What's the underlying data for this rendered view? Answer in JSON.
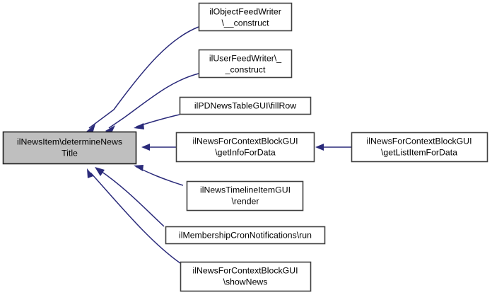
{
  "diagram": {
    "type": "call-graph",
    "title": "",
    "direction": "callers-to-callee",
    "background_color": "#ffffff",
    "edge_color": "#2a2a7a",
    "root_fill_color": "#bfbfbf",
    "node_fill_color": "#ffffff",
    "node_border_color": "#404040"
  },
  "nodes": {
    "root": {
      "id": "root",
      "line1": "ilNewsItem\\determineNews",
      "line2": "Title",
      "full_name": "ilNewsItem\\determineNewsTitle",
      "highlighted": true
    },
    "callers": [
      {
        "id": "object-feed-writer-construct",
        "line1": "ilObjectFeedWriter",
        "line2": "\\__construct",
        "full_name": "ilObjectFeedWriter\\__construct"
      },
      {
        "id": "user-feed-writer-construct",
        "line1": "ilUserFeedWriter\\_",
        "line2": "_construct",
        "full_name": "ilUserFeedWriter\\__construct"
      },
      {
        "id": "pd-news-table-gui-fillrow",
        "line1": "ilPDNewsTableGUI\\fillRow",
        "line2": "",
        "full_name": "ilPDNewsTableGUI\\fillRow"
      },
      {
        "id": "news-for-context-block-gui-getinfofordata",
        "line1": "ilNewsForContextBlockGUI",
        "line2": "\\getInfoForData",
        "full_name": "ilNewsForContextBlockGUI\\getInfoForData"
      },
      {
        "id": "news-timeline-item-gui-render",
        "line1": "ilNewsTimelineItemGUI",
        "line2": "\\render",
        "full_name": "ilNewsTimelineItemGUI\\render"
      },
      {
        "id": "membership-cron-notifications-run",
        "line1": "ilMembershipCronNotifications\\run",
        "line2": "",
        "full_name": "ilMembershipCronNotifications\\run"
      },
      {
        "id": "news-for-context-block-gui-shownews",
        "line1": "ilNewsForContextBlockGUI",
        "line2": "\\showNews",
        "full_name": "ilNewsForContextBlockGUI\\showNews"
      }
    ],
    "second_level": [
      {
        "id": "news-for-context-block-gui-getlistitemfordata",
        "line1": "ilNewsForContextBlockGUI",
        "line2": "\\getListItemForData",
        "full_name": "ilNewsForContextBlockGUI\\getListItemForData",
        "calls": "news-for-context-block-gui-getinfofordata"
      }
    ]
  }
}
